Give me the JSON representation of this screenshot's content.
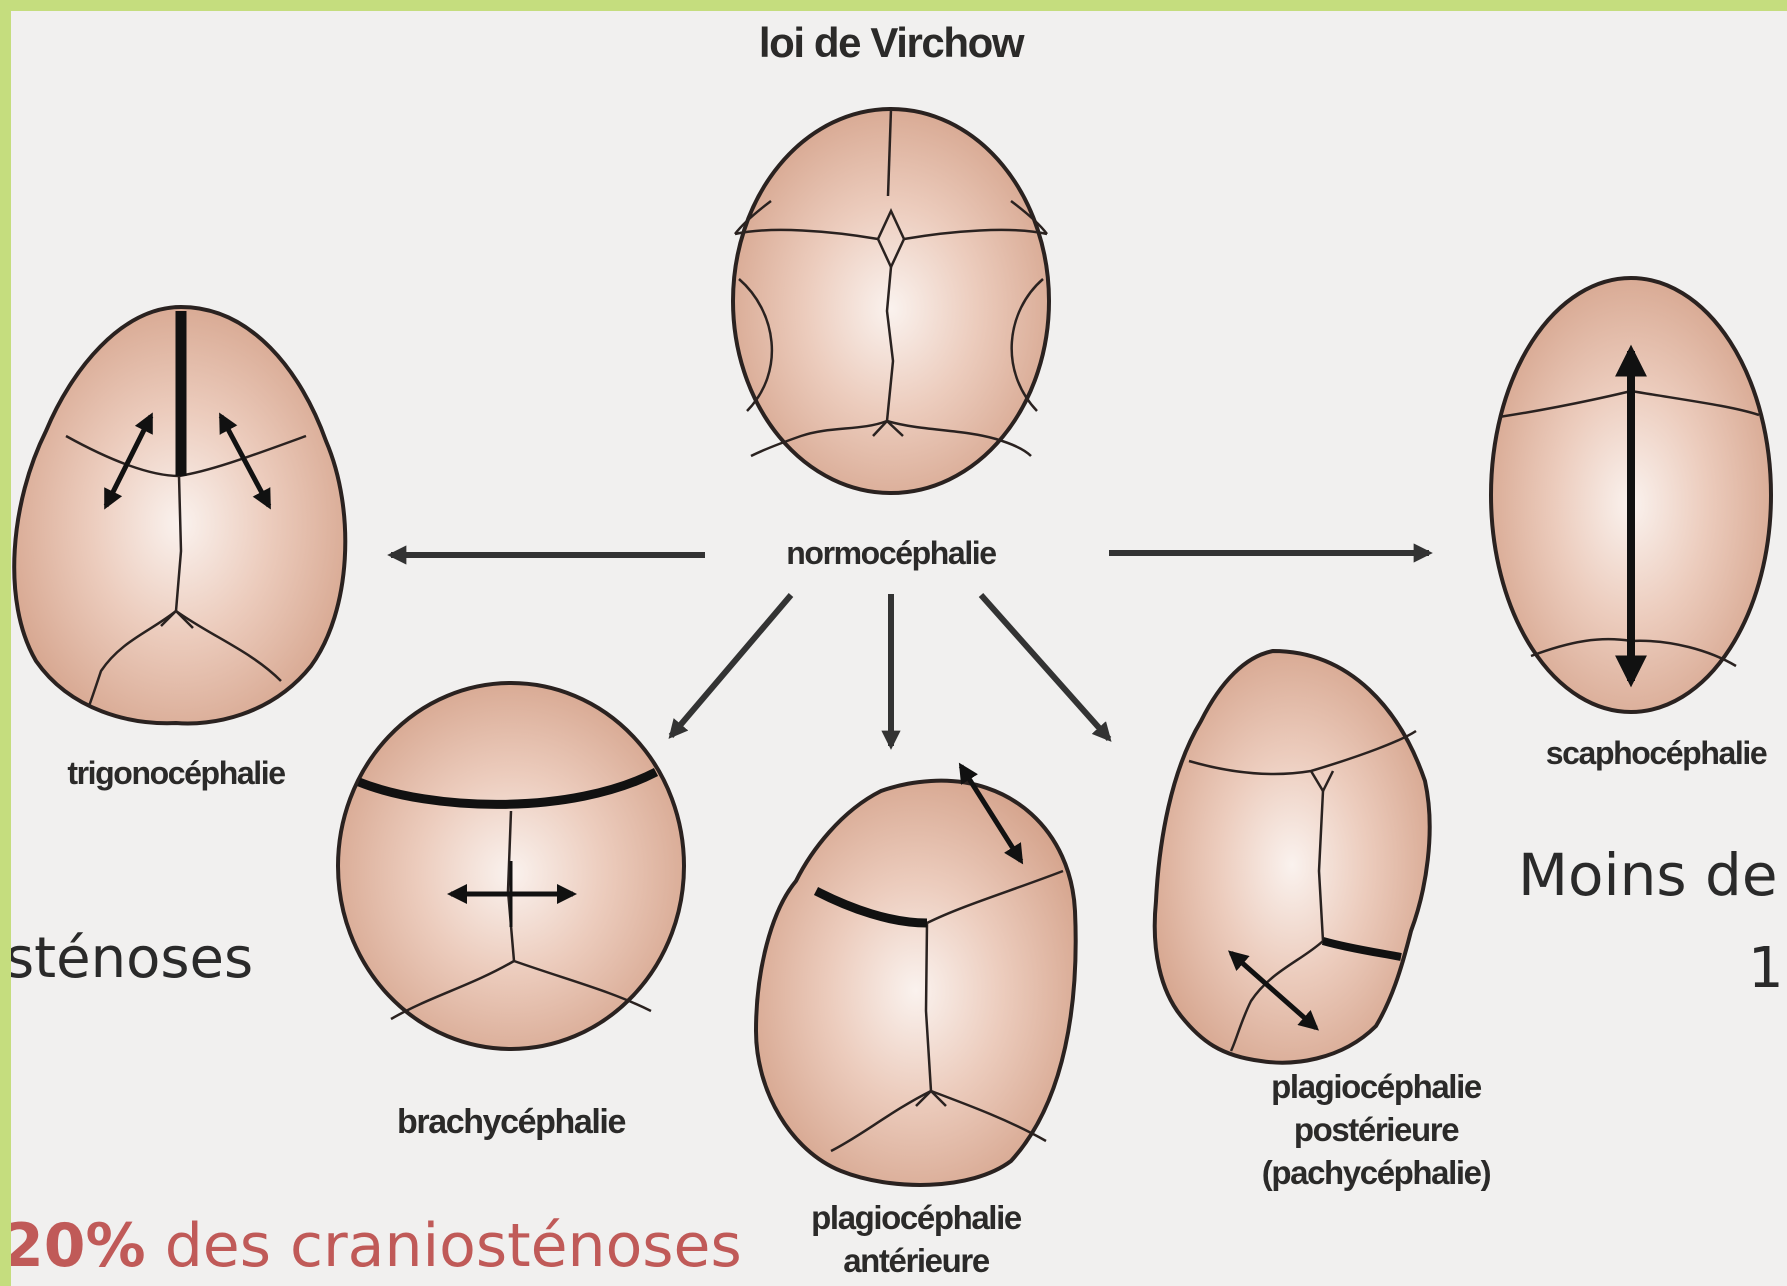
{
  "title": "loi de Virchow",
  "labels": {
    "normo": "normocéphalie",
    "trigono": "trigonocéphalie",
    "brachy": "brachycéphalie",
    "plagio_ant_1": "plagiocéphalie",
    "plagio_ant_2": "antérieure",
    "plagio_post_1": "plagiocéphalie",
    "plagio_post_2": "postérieure",
    "plagio_post_3": "(pachycéphalie)",
    "scapho": "scaphocéphalie"
  },
  "side_text": {
    "left_fragment": "sténoses",
    "right_fragment_1": "Moins de",
    "right_fragment_2": "1",
    "bottom_percent": "20%",
    "bottom_rest": " des craniosténoses"
  },
  "colors": {
    "frame": "#c5dd7e",
    "skull_light": "#f8eee8",
    "skull_dark": "#d7a890",
    "outline": "#2a2220",
    "arrow": "#333333",
    "highlight": "#c05a58"
  }
}
